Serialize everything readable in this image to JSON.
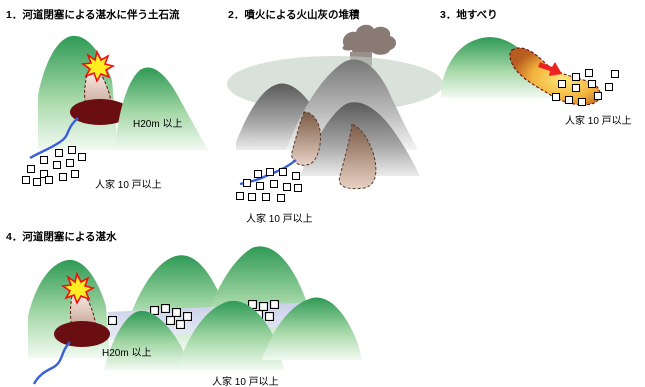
{
  "panels": [
    {
      "id": "debris-flow",
      "title": "1．河道閉塞による湛水に伴う土石流",
      "labels": [
        "H20m 以上",
        "人家 10 戸以上"
      ]
    },
    {
      "id": "volcanic-ash",
      "title": "2．噴火による火山灰の堆積",
      "labels": [
        "人家 10 戸以上"
      ]
    },
    {
      "id": "landslide",
      "title": "3．地すべり",
      "labels": [
        "人家 10 戸以上"
      ]
    },
    {
      "id": "flooding",
      "title": "4．河道閉塞による湛水",
      "labels": [
        "H20m 以上",
        "人家 10 戸以上"
      ]
    }
  ],
  "colors": {
    "mountain_green": "#2f9a55",
    "mountain_light": "#f2faf2",
    "dam_dark_red": "#6a0e12",
    "river_blue": "#3b5fd9",
    "explosion_yellow": "#ffee22",
    "explosion_red": "#ee1111",
    "landslide_orange": "#e8a030",
    "arrow_red": "#ee2222",
    "ash_gray": "#777777"
  },
  "icons": [
    "explosion-icon",
    "house-icon",
    "arrow-icon",
    "ash-cloud-icon"
  ]
}
